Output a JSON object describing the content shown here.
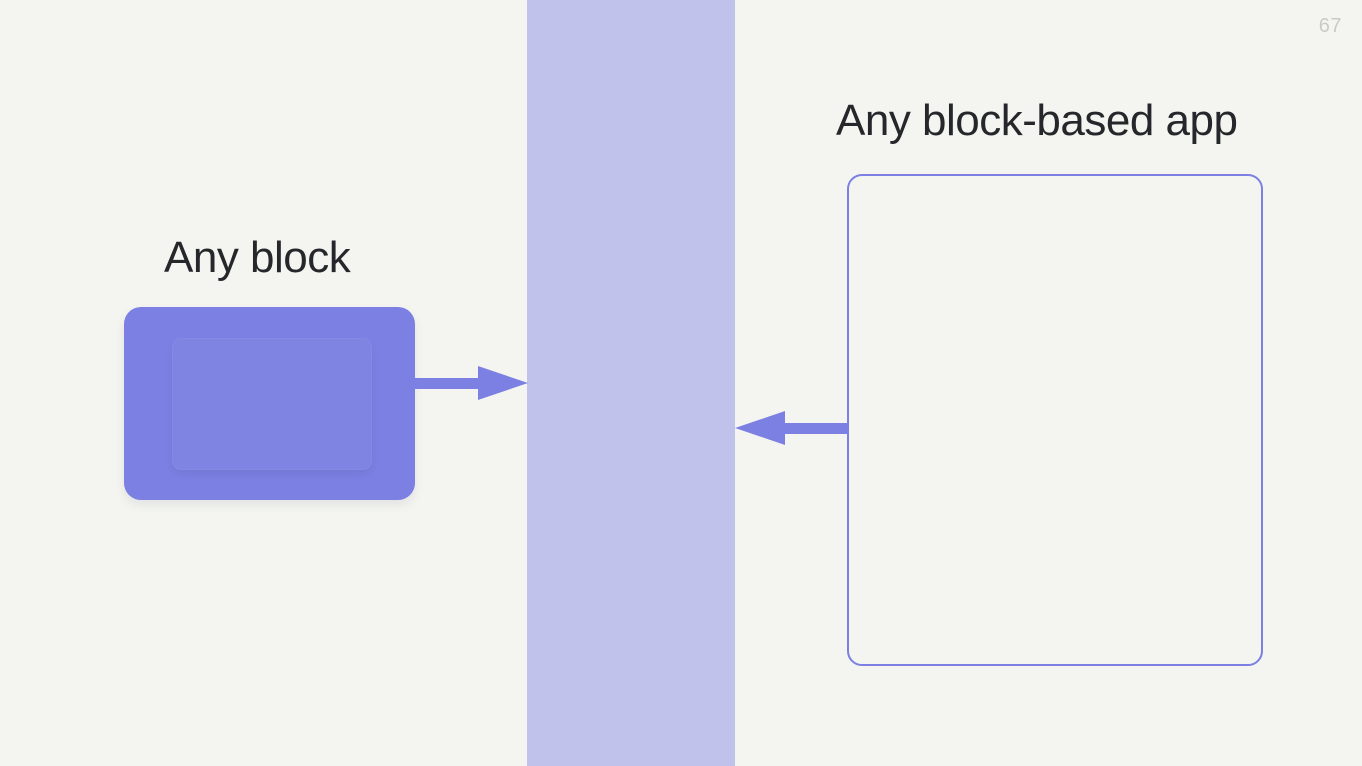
{
  "slide": {
    "page_number": "67",
    "background_color": "#f4f5f0"
  },
  "band": {
    "name": "central-vertical-band",
    "color": "#c0c2ec"
  },
  "left_side": {
    "heading": "Any block",
    "block": {
      "fill_color": "#7b80e2",
      "label": ""
    }
  },
  "right_side": {
    "heading": "Any block-based app",
    "frame": {
      "border_color": "#7b80e2",
      "fill_color": "#f4f5f0",
      "label": ""
    }
  },
  "arrows": [
    {
      "name": "arrow-block-to-band",
      "direction": "right",
      "color": "#7b80e2"
    },
    {
      "name": "arrow-app-to-band",
      "direction": "left",
      "color": "#7b80e2"
    }
  ]
}
